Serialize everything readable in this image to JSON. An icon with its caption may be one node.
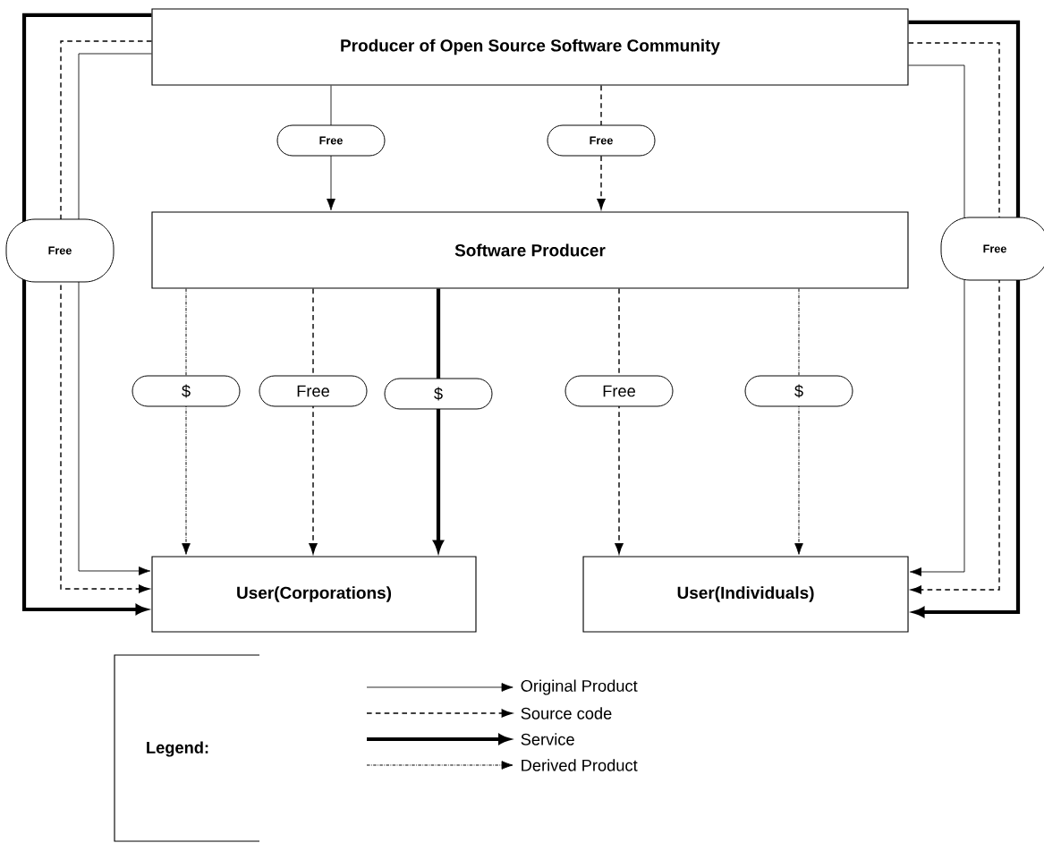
{
  "diagram": {
    "nodes": [
      {
        "text": [
          "Producer of Open Source Software Community"
        ]
      },
      {
        "text": [
          "Software Producer"
        ]
      },
      {
        "text": [
          "User(Corporations)"
        ]
      },
      {
        "text": [
          "User(Individuals)"
        ]
      }
    ],
    "edges": [
      {
        "from": 0,
        "to": 1,
        "arrow": "to",
        "label": "Free"
      },
      {
        "from": 0,
        "to": 1,
        "arrow": "to",
        "label": "Free",
        "style": "dashed"
      },
      {
        "from": 1,
        "to": 2,
        "arrow": "to",
        "label": "$",
        "style": "dashed"
      },
      {
        "from": 1,
        "to": 2,
        "arrow": "to",
        "label": "Free",
        "style": "dashed"
      },
      {
        "from": 1,
        "to": 2,
        "arrow": "to",
        "label": "$",
        "style": "thick"
      },
      {
        "from": 1,
        "to": 3,
        "arrow": "to",
        "label": "Free",
        "style": "dashed"
      },
      {
        "from": 1,
        "to": 3,
        "arrow": "to",
        "label": "$",
        "style": "dashed"
      },
      {
        "from": 0,
        "to": 2,
        "arrow": "to"
      },
      {
        "from": 0,
        "to": 2,
        "arrow": "to",
        "label": "Free",
        "style": "dashed"
      },
      {
        "from": 0,
        "to": 2,
        "arrow": "to",
        "style": "thick"
      },
      {
        "from": 0,
        "to": 3,
        "arrow": "to"
      },
      {
        "from": 0,
        "to": 3,
        "arrow": "to",
        "label": "Free",
        "style": "dashed"
      },
      {
        "from": 0,
        "to": 3,
        "arrow": "to",
        "style": "thick"
      }
    ],
    "labels": [
      "Legend:"
    ],
    "legend": [
      {
        "text": "Original Product"
      },
      {
        "text": "Source code"
      },
      {
        "text": "Service"
      },
      {
        "text": "Derived Product"
      }
    ]
  }
}
